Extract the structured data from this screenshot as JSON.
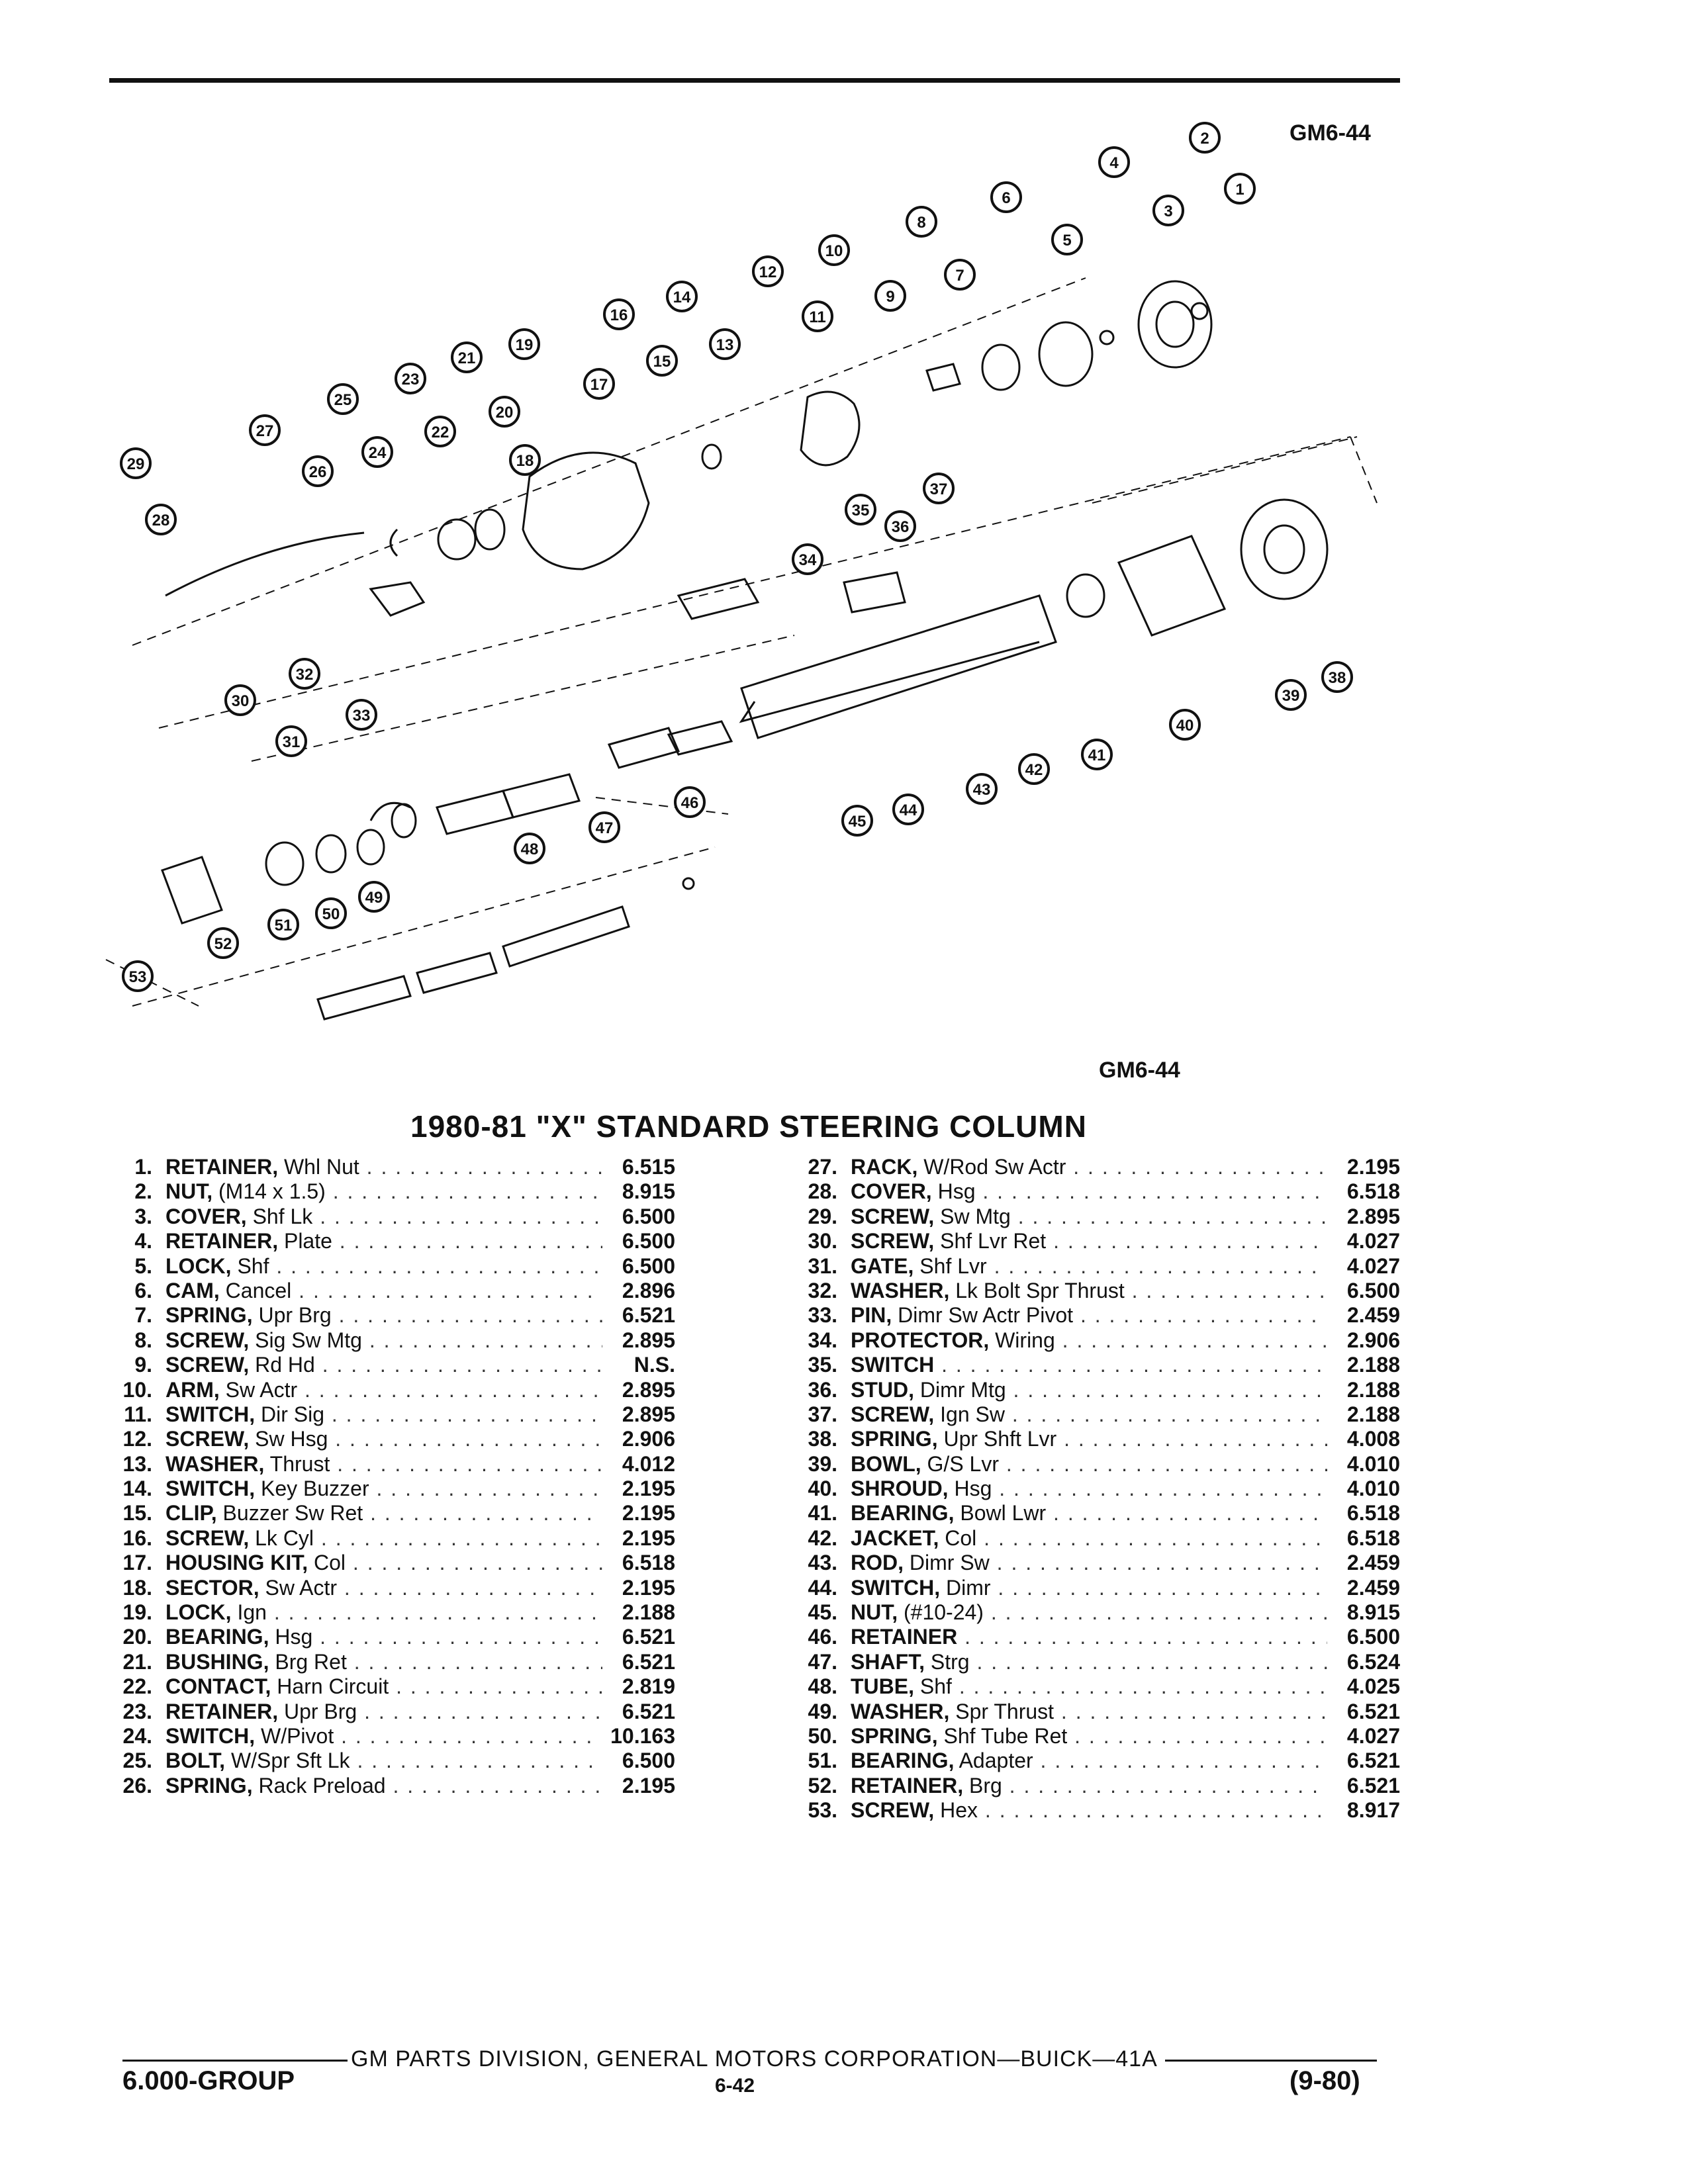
{
  "figure_code_top": "GM6-44",
  "figure_code_bottom": "GM6-44",
  "title": "1980-81 \"X\" STANDARD STEERING COLUMN",
  "callouts": [
    "1",
    "2",
    "3",
    "4",
    "5",
    "6",
    "7",
    "8",
    "9",
    "10",
    "11",
    "12",
    "13",
    "14",
    "15",
    "16",
    "17",
    "18",
    "19",
    "20",
    "21",
    "22",
    "23",
    "24",
    "25",
    "26",
    "27",
    "28",
    "29",
    "30",
    "31",
    "32",
    "33",
    "34",
    "35",
    "36",
    "37",
    "38",
    "39",
    "40",
    "41",
    "42",
    "43",
    "44",
    "45",
    "46",
    "47",
    "48",
    "49",
    "50",
    "51",
    "52",
    "53"
  ],
  "parts_left": [
    {
      "num": "1.",
      "name": "RETAINER,",
      "desc": "Whl Nut",
      "code": "6.515"
    },
    {
      "num": "2.",
      "name": "NUT,",
      "desc": "(M14 x 1.5)",
      "code": "8.915"
    },
    {
      "num": "3.",
      "name": "COVER,",
      "desc": "Shf Lk",
      "code": "6.500"
    },
    {
      "num": "4.",
      "name": "RETAINER,",
      "desc": "Plate",
      "code": "6.500"
    },
    {
      "num": "5.",
      "name": "LOCK,",
      "desc": "Shf",
      "code": "6.500"
    },
    {
      "num": "6.",
      "name": "CAM,",
      "desc": "Cancel",
      "code": "2.896"
    },
    {
      "num": "7.",
      "name": "SPRING,",
      "desc": "Upr Brg",
      "code": "6.521"
    },
    {
      "num": "8.",
      "name": "SCREW,",
      "desc": "Sig Sw Mtg",
      "code": "2.895"
    },
    {
      "num": "9.",
      "name": "SCREW,",
      "desc": "Rd Hd",
      "code": "N.S."
    },
    {
      "num": "10.",
      "name": "ARM,",
      "desc": "Sw Actr",
      "code": "2.895"
    },
    {
      "num": "11.",
      "name": "SWITCH,",
      "desc": "Dir Sig",
      "code": "2.895"
    },
    {
      "num": "12.",
      "name": "SCREW,",
      "desc": "Sw Hsg",
      "code": "2.906"
    },
    {
      "num": "13.",
      "name": "WASHER,",
      "desc": "Thrust",
      "code": "4.012"
    },
    {
      "num": "14.",
      "name": "SWITCH,",
      "desc": "Key Buzzer",
      "code": "2.195"
    },
    {
      "num": "15.",
      "name": "CLIP,",
      "desc": "Buzzer Sw Ret",
      "code": "2.195"
    },
    {
      "num": "16.",
      "name": "SCREW,",
      "desc": "Lk Cyl",
      "code": "2.195"
    },
    {
      "num": "17.",
      "name": "HOUSING KIT,",
      "desc": "Col",
      "code": "6.518"
    },
    {
      "num": "18.",
      "name": "SECTOR,",
      "desc": "Sw Actr",
      "code": "2.195"
    },
    {
      "num": "19.",
      "name": "LOCK,",
      "desc": "Ign",
      "code": "2.188"
    },
    {
      "num": "20.",
      "name": "BEARING,",
      "desc": "Hsg",
      "code": "6.521"
    },
    {
      "num": "21.",
      "name": "BUSHING,",
      "desc": "Brg Ret",
      "code": "6.521"
    },
    {
      "num": "22.",
      "name": "CONTACT,",
      "desc": "Harn Circuit",
      "code": "2.819"
    },
    {
      "num": "23.",
      "name": "RETAINER,",
      "desc": "Upr Brg",
      "code": "6.521"
    },
    {
      "num": "24.",
      "name": "SWITCH,",
      "desc": "W/Pivot",
      "code": "10.163"
    },
    {
      "num": "25.",
      "name": "BOLT,",
      "desc": "W/Spr Sft Lk",
      "code": "6.500"
    },
    {
      "num": "26.",
      "name": "SPRING,",
      "desc": "Rack Preload",
      "code": "2.195"
    }
  ],
  "parts_right": [
    {
      "num": "27.",
      "name": "RACK,",
      "desc": "W/Rod Sw Actr",
      "code": "2.195"
    },
    {
      "num": "28.",
      "name": "COVER,",
      "desc": "Hsg",
      "code": "6.518"
    },
    {
      "num": "29.",
      "name": "SCREW,",
      "desc": "Sw Mtg",
      "code": "2.895"
    },
    {
      "num": "30.",
      "name": "SCREW,",
      "desc": "Shf Lvr Ret",
      "code": "4.027"
    },
    {
      "num": "31.",
      "name": "GATE,",
      "desc": "Shf Lvr",
      "code": "4.027"
    },
    {
      "num": "32.",
      "name": "WASHER,",
      "desc": "Lk Bolt Spr Thrust",
      "code": "6.500"
    },
    {
      "num": "33.",
      "name": "PIN,",
      "desc": "Dimr Sw Actr Pivot",
      "code": "2.459"
    },
    {
      "num": "34.",
      "name": "PROTECTOR,",
      "desc": "Wiring",
      "code": "2.906"
    },
    {
      "num": "35.",
      "name": "SWITCH",
      "desc": "",
      "code": "2.188"
    },
    {
      "num": "36.",
      "name": "STUD,",
      "desc": "Dimr Mtg",
      "code": "2.188"
    },
    {
      "num": "37.",
      "name": "SCREW,",
      "desc": "Ign Sw",
      "code": "2.188"
    },
    {
      "num": "38.",
      "name": "SPRING,",
      "desc": "Upr Shft Lvr",
      "code": "4.008"
    },
    {
      "num": "39.",
      "name": "BOWL,",
      "desc": "G/S Lvr",
      "code": "4.010"
    },
    {
      "num": "40.",
      "name": "SHROUD,",
      "desc": "Hsg",
      "code": "4.010"
    },
    {
      "num": "41.",
      "name": "BEARING,",
      "desc": "Bowl Lwr",
      "code": "6.518"
    },
    {
      "num": "42.",
      "name": "JACKET,",
      "desc": "Col",
      "code": "6.518"
    },
    {
      "num": "43.",
      "name": "ROD,",
      "desc": "Dimr Sw",
      "code": "2.459"
    },
    {
      "num": "44.",
      "name": "SWITCH,",
      "desc": "Dimr",
      "code": "2.459"
    },
    {
      "num": "45.",
      "name": "NUT,",
      "desc": "(#10-24)",
      "code": "8.915"
    },
    {
      "num": "46.",
      "name": "RETAINER",
      "desc": "",
      "code": "6.500"
    },
    {
      "num": "47.",
      "name": "SHAFT,",
      "desc": "Strg",
      "code": "6.524"
    },
    {
      "num": "48.",
      "name": "TUBE,",
      "desc": "Shf",
      "code": "4.025"
    },
    {
      "num": "49.",
      "name": "WASHER,",
      "desc": "Spr Thrust",
      "code": "6.521"
    },
    {
      "num": "50.",
      "name": "SPRING,",
      "desc": "Shf Tube Ret",
      "code": "4.027"
    },
    {
      "num": "51.",
      "name": "BEARING,",
      "desc": "Adapter",
      "code": "6.521"
    },
    {
      "num": "52.",
      "name": "RETAINER,",
      "desc": "Brg",
      "code": "6.521"
    },
    {
      "num": "53.",
      "name": "SCREW,",
      "desc": "Hex",
      "code": "8.917"
    }
  ],
  "footer": {
    "center": "GM PARTS DIVISION, GENERAL MOTORS CORPORATION—BUICK—41A",
    "group": "6.000-GROUP",
    "page": "6-42",
    "date": "(9-80)"
  }
}
